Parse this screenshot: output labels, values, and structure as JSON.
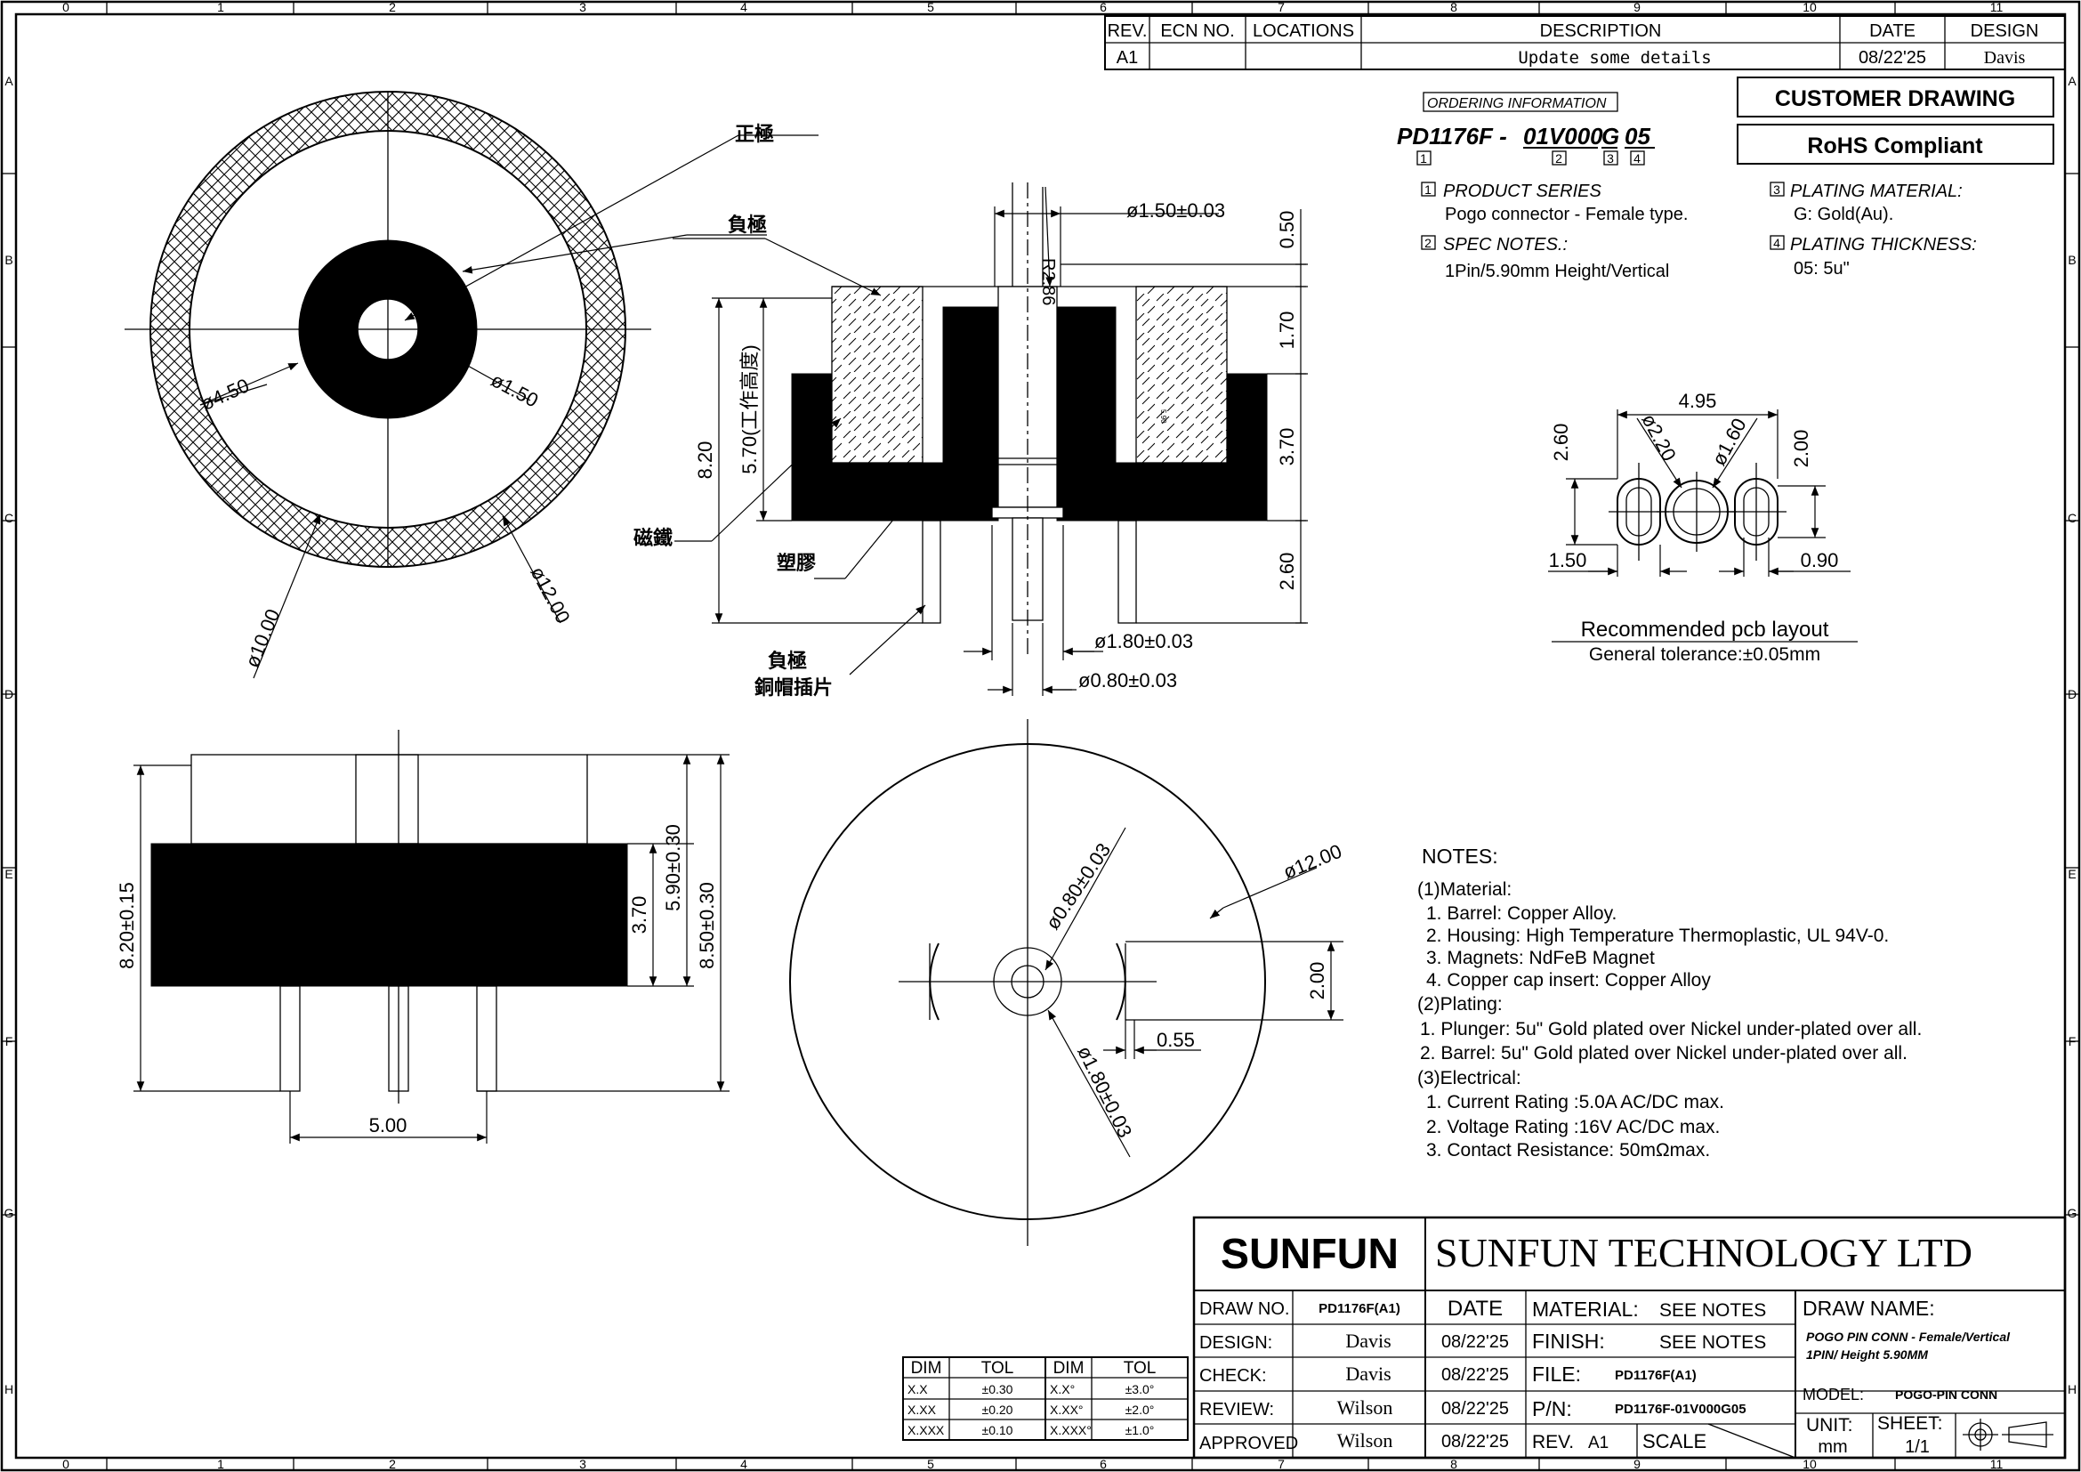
{
  "grid": {
    "columns": [
      "0",
      "1",
      "2",
      "3",
      "4",
      "5",
      "6",
      "7",
      "8",
      "9",
      "10",
      "11"
    ],
    "rows": [
      "A",
      "B",
      "C",
      "D",
      "E",
      "F",
      "G",
      "H"
    ]
  },
  "revision": {
    "headers": {
      "rev": "REV.",
      "ecn": "ECN NO.",
      "locations": "LOCATIONS",
      "description": "DESCRIPTION",
      "date": "DATE",
      "design": "DESIGN"
    },
    "rows": [
      {
        "rev": "A1",
        "ecn": "",
        "locations": "",
        "description": "Update some details",
        "date": "08/22'25",
        "design": "Davis"
      }
    ]
  },
  "badges": {
    "customer_drawing": "CUSTOMER DRAWING",
    "rohs": "RoHS Compliant"
  },
  "ordering": {
    "label": "ORDERING INFORMATION",
    "part_prefix": "PD1176F -",
    "part_series": "01V000",
    "part_plating": "G",
    "part_thickness": "05",
    "markers": [
      "1",
      "2",
      "3",
      "4"
    ],
    "items": [
      {
        "num": "1",
        "title": "PRODUCT SERIES",
        "value": "Pogo connector - Female type."
      },
      {
        "num": "2",
        "title": "SPEC NOTES.:",
        "value": "1Pin/5.90mm Height/Vertical"
      },
      {
        "num": "3",
        "title": "PLATING MATERIAL:",
        "value": "G: Gold(Au)."
      },
      {
        "num": "4",
        "title": "PLATING THICKNESS:",
        "value": "05: 5u\""
      }
    ]
  },
  "callouts": {
    "positive": "正極",
    "negative": "負極",
    "magnet": "磁鐵",
    "plastic": "塑膠",
    "neg_cap_1": "負極",
    "neg_cap_2": "銅帽插片",
    "work_height": "5.70(工作高度)"
  },
  "top_view_dims": {
    "d450": "ø4.50",
    "d150": "ø1.50",
    "d1000": "ø10.00",
    "d1200": "ø12.00"
  },
  "section_dims": {
    "r286": "R2.86",
    "d150": "ø1.50±0.03",
    "d180": "ø1.80±0.03",
    "d080": "ø0.80±0.03",
    "v050": "0.50",
    "v170": "1.70",
    "v370": "3.70",
    "v260": "2.60",
    "h820": "8.20",
    "small": "5.90"
  },
  "side_dims": {
    "d820": "8.20±0.15",
    "d590": "5.90±0.30",
    "d850": "8.50±0.30",
    "d370": "3.70",
    "d500": "5.00"
  },
  "bottom_dims": {
    "d080": "ø0.80±0.03",
    "d1200": "ø12.00",
    "d180": "ø1.80±0.03",
    "d200": "2.00",
    "d055": "0.55"
  },
  "pcb": {
    "w495": "4.95",
    "d220": "ø2.20",
    "d160": "ø1.60",
    "h260": "2.60",
    "h200": "2.00",
    "w150": "1.50",
    "w090": "0.90",
    "title": "Recommended pcb layout",
    "tolerance": "General tolerance:±0.05mm"
  },
  "notes": {
    "title": "NOTES:",
    "lines": [
      "(1)Material:",
      "1.    Barrel: Copper Alloy.",
      "2.    Housing: High Temperature Thermoplastic,    UL 94V-0.",
      "3.    Magnets: NdFeB Magnet",
      "4.    Copper cap insert: Copper Alloy",
      "(2)Plating:",
      "1. Plunger: 5u\" Gold plated over Nickel under-plated over all.",
      "2. Barrel:  5u\" Gold plated over Nickel under-plated over all.",
      "(3)Electrical:",
      "1.    Current Rating :5.0A AC/DC max.",
      "2.    Voltage Rating :16V AC/DC max.",
      "3.    Contact Resistance: 50mΩmax."
    ]
  },
  "tolerance_table": {
    "headers": [
      "DIM",
      "TOL",
      "DIM",
      "TOL"
    ],
    "rows": [
      [
        "X.X",
        "±0.30",
        "X.X°",
        "±3.0°"
      ],
      [
        "X.XX",
        "±0.20",
        "X.XX°",
        "±2.0°"
      ],
      [
        "X.XXX",
        "±0.10",
        "X.XXX°",
        "±1.0°"
      ]
    ]
  },
  "title_block": {
    "logo": "SUNFUN",
    "company": "SUNFUN TECHNOLOGY LTD",
    "draw_no_label": "DRAW NO.",
    "draw_no": "PD1176F(A1)",
    "date_label": "DATE",
    "design_label": "DESIGN:",
    "design_name": "Davis",
    "design_date": "08/22'25",
    "check_label": "CHECK:",
    "check_name": "Davis",
    "check_date": "08/22'25",
    "review_label": "REVIEW:",
    "review_name": "Wilson",
    "review_date": "08/22'25",
    "approved_label": "APPROVED",
    "approved_name": "Wilson",
    "approved_date": "08/22'25",
    "material_label": "MATERIAL:",
    "material_value": "SEE NOTES",
    "finish_label": "FINISH:",
    "finish_value": "SEE NOTES",
    "file_label": "FILE:",
    "file_value": "PD1176F(A1)",
    "pn_label": "P/N:",
    "pn_value": "PD1176F-01V000G05",
    "rev_label": "REV.",
    "rev_value": "A1",
    "scale_label": "SCALE",
    "draw_name_label": "DRAW NAME:",
    "draw_name_1": "POGO PIN CONN - Female/Vertical",
    "draw_name_2": "1PIN/ Height 5.90MM",
    "model_label": "MODEL:",
    "model_value": "POGO-PIN CONN",
    "unit_label": "UNIT:",
    "unit_value": "mm",
    "sheet_label": "SHEET:",
    "sheet_value": "1/1"
  }
}
